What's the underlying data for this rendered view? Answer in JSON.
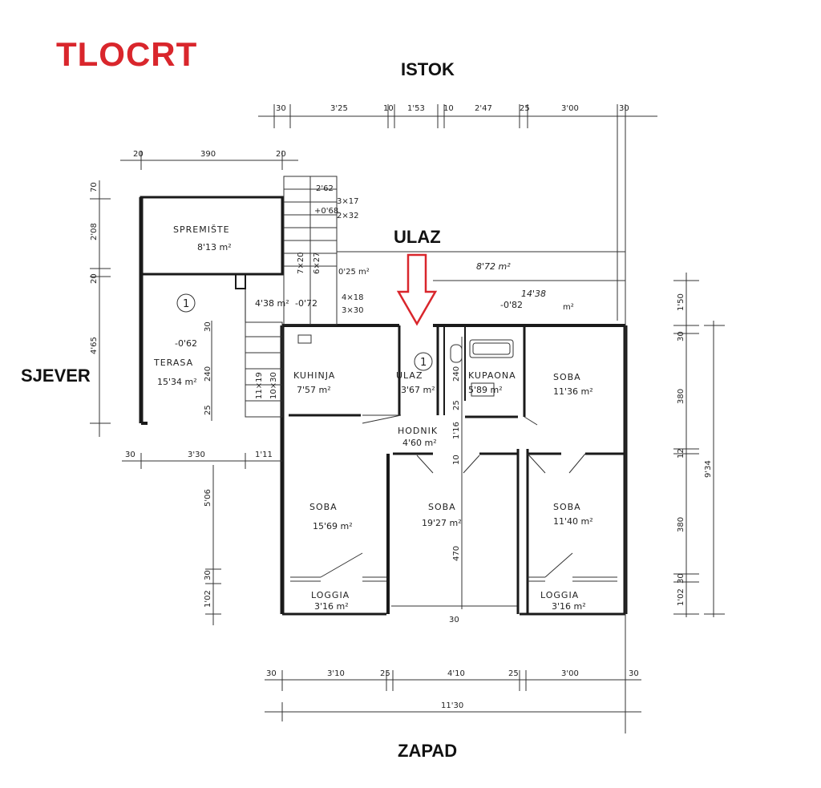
{
  "title": "TLOCRT",
  "colors": {
    "title": "#d9262c",
    "ink": "#1a1a1a"
  },
  "directions": {
    "east": "ISTOK",
    "north": "SJEVER",
    "west": "ZAPAD",
    "entry": "ULAZ"
  },
  "rooms": {
    "storage": {
      "name": "SPREMIŠTE",
      "area": "8'13 m²"
    },
    "terrace": {
      "name": "TERASA",
      "area": "15'34 m²",
      "level": "-0'62"
    },
    "kitchen": {
      "name": "KUHINJA",
      "area": "7'57 m²"
    },
    "entry": {
      "name": "ULAZ",
      "area": "3'67 m²"
    },
    "bathroom": {
      "name": "KUPAONA",
      "area": "5'89 m²"
    },
    "room_ne": {
      "name": "SOBA",
      "area": "11'36 m²"
    },
    "hall": {
      "name": "HODNIK",
      "area": "4'60 m²"
    },
    "room_sw": {
      "name": "SOBA",
      "area": "15'69 m²"
    },
    "room_s": {
      "name": "SOBA",
      "area": "19'27 m²"
    },
    "room_se": {
      "name": "SOBA",
      "area": "11'40 m²"
    },
    "loggia_w": {
      "name": "LOGGIA",
      "area": "3'16 m²"
    },
    "loggia_e": {
      "name": "LOGGIA",
      "area": "3'16 m²"
    }
  },
  "misc": {
    "circle_label": "1",
    "stair_area": "4'38 m²",
    "stair_level": "-0'72",
    "landing": "0'25 m²",
    "porch_area": "8'72 m²",
    "porch_level": "-0'82",
    "porch_value": "14'38",
    "stair_top_area": "2'62",
    "stair_top_level": "+0'68",
    "stair_run_1": "7×20",
    "stair_run_2": "6×27",
    "stair_small_1": "3×17",
    "stair_small_2": "2×32",
    "stair_small_3": "4×18",
    "stair_small_4": "3×30",
    "stair_lower_1": "11×19",
    "stair_lower_2": "10×30",
    "m2": "m²"
  },
  "dims": {
    "top": [
      "30",
      "3'25",
      "10",
      "1'53",
      "10",
      "2'47",
      "25",
      "3'00",
      "30"
    ],
    "storage_top": [
      "20",
      "390",
      "20"
    ],
    "left_v": [
      "70",
      "2'08",
      "20",
      "4'65"
    ],
    "terrace_bottom": [
      "30",
      "3'30",
      "1'11"
    ],
    "terrace_inner": [
      "30",
      "240",
      "25"
    ],
    "left_lower": [
      "5'06",
      "30",
      "1'02"
    ],
    "inner": [
      "240",
      "25",
      "1'16",
      "10",
      "470",
      "30"
    ],
    "right": [
      "1'50",
      "30",
      "380",
      "12",
      "380",
      "30",
      "1'02",
      "9'34"
    ],
    "bottom": [
      "30",
      "3'10",
      "25",
      "4'10",
      "25",
      "3'00",
      "30"
    ],
    "total": "11'30"
  }
}
